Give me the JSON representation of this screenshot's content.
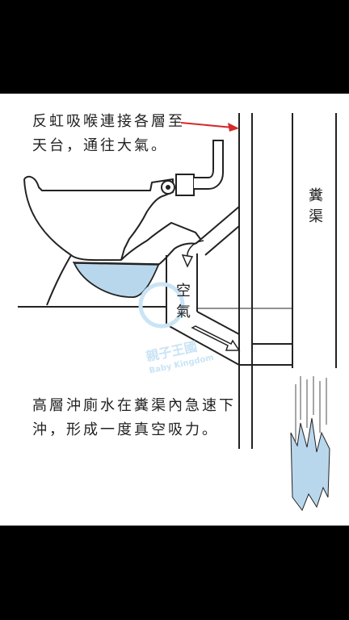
{
  "diagram": {
    "top_caption": [
      "反虹吸喉連接各層至",
      "天台，通往大氣。"
    ],
    "bottom_caption": [
      "高層沖廁水在糞渠內急速下",
      "沖，形成一度真空吸力。"
    ],
    "pipe_label": "糞渠",
    "air_label": "空氣",
    "watermark": [
      "親子王國",
      "Baby Kingdom"
    ],
    "colors": {
      "arrow_red": "#d42a2a",
      "water_blue": "#b9d7ec",
      "stroke": "#222222",
      "watermark": "#c9e4f5"
    }
  }
}
